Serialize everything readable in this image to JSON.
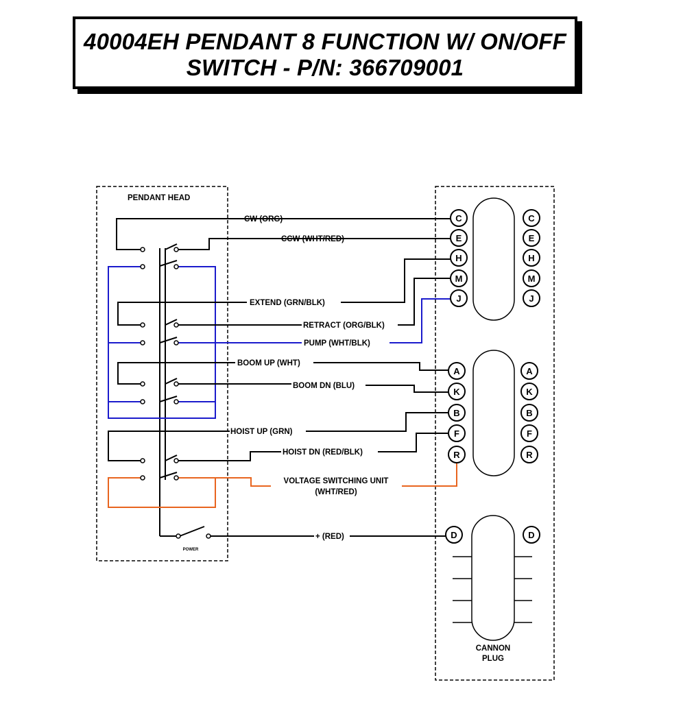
{
  "title": {
    "line1": "40004EH PENDANT 8 FUNCTION W/ ON/OFF",
    "line2": "SWITCH - P/N: 366709001"
  },
  "pendant_head": {
    "label": "PENDANT HEAD",
    "power_label": "POWER"
  },
  "wires": {
    "cw": "CW (ORG)",
    "ccw": "CCW (WHT/RED)",
    "extend": "EXTEND (GRN/BLK)",
    "retract": "RETRACT (ORG/BLK)",
    "pump": "PUMP (WHT/BLK)",
    "boom_up": "BOOM UP (WHT)",
    "boom_dn": "BOOM DN (BLU)",
    "hoist_up": "HOIST UP (GRN)",
    "hoist_dn": "HOIST DN (RED/BLK)",
    "voltage_line1": "VOLTAGE SWITCHING UNIT",
    "voltage_line2": "(WHT/RED)",
    "red": "+ (RED)"
  },
  "connector1": {
    "pins": [
      "C",
      "E",
      "H",
      "M",
      "J"
    ]
  },
  "connector2": {
    "pins": [
      "A",
      "K",
      "B",
      "F",
      "R"
    ]
  },
  "connector3": {
    "pins": [
      "D"
    ]
  },
  "cannon_plug": {
    "line1": "CANNON",
    "line2": "PLUG"
  },
  "colors": {
    "blue": "#1a1acc",
    "orange": "#e8641e",
    "black": "#000000"
  }
}
